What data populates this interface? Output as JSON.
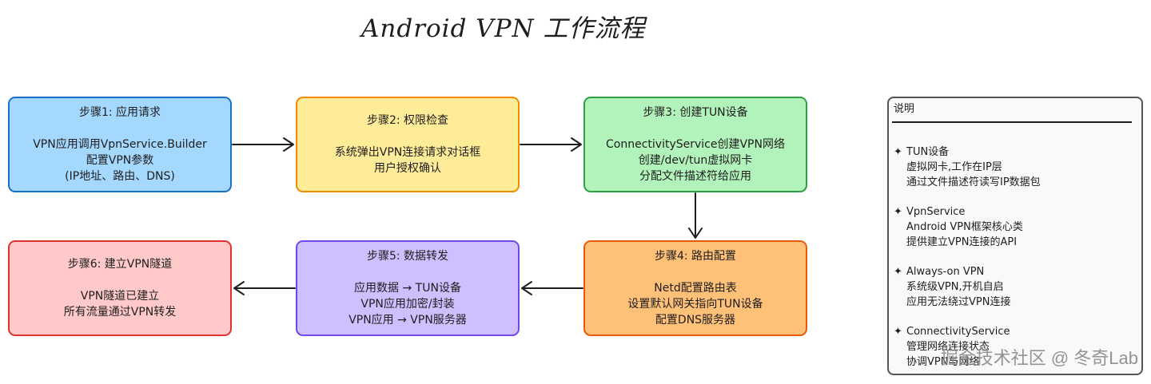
{
  "title": "Android VPN 工作流程",
  "steps": [
    {
      "head": "步骤1: 应用请求",
      "lines": [
        "VPN应用调用VpnService.Builder",
        "配置VPN参数",
        "(IP地址、路由、DNS)"
      ]
    },
    {
      "head": "步骤2: 权限检查",
      "lines": [
        "系统弹出VPN连接请求对话框",
        "用户授权确认"
      ]
    },
    {
      "head": "步骤3: 创建TUN设备",
      "lines": [
        "ConnectivityService创建VPN网络",
        "创建/dev/tun虚拟网卡",
        "分配文件描述符给应用"
      ]
    },
    {
      "head": "步骤4: 路由配置",
      "lines": [
        "Netd配置路由表",
        "设置默认网关指向TUN设备",
        "配置DNS服务器"
      ]
    },
    {
      "head": "步骤5: 数据转发",
      "lines": [
        "应用数据 → TUN设备",
        "VPN应用加密/封装",
        "VPN应用 → VPN服务器"
      ]
    },
    {
      "head": "步骤6: 建立VPN隧道",
      "lines": [
        "VPN隧道已建立",
        "所有流量通过VPN转发"
      ]
    }
  ],
  "note": {
    "title": "说明",
    "items": [
      {
        "name": "TUN设备",
        "lines": [
          "虚拟网卡,工作在IP层",
          "通过文件描述符读写IP数据包"
        ]
      },
      {
        "name": "VpnService",
        "lines": [
          "Android VPN框架核心类",
          "提供建立VPN连接的API"
        ]
      },
      {
        "name": "Always-on VPN",
        "lines": [
          "系统级VPN,开机自启",
          "应用无法绕过VPN连接"
        ]
      },
      {
        "name": "ConnectivityService",
        "lines": [
          "管理网络连接状态",
          "协调VPN与网络"
        ]
      }
    ]
  },
  "watermark": "掘金技术社区 @ 冬奇Lab"
}
